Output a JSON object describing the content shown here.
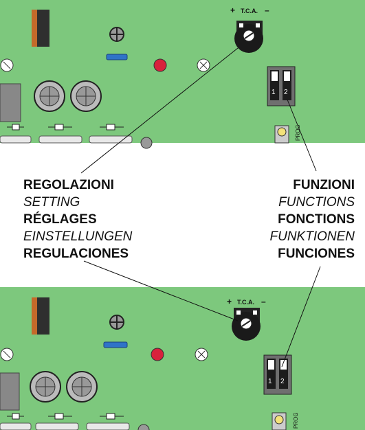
{
  "board_top": {
    "trimmer_label": "T.C.A.",
    "plus": "+",
    "minus": "–",
    "dip_1": "1",
    "dip_2": "2",
    "prog": "PROG"
  },
  "board_bottom": {
    "trimmer_label": "T.C.A.",
    "plus": "+",
    "minus": "–",
    "dip_1": "1",
    "dip_2": "2",
    "prog": "PROG"
  },
  "labels_left": [
    "REGOLAZIONI",
    "SETTING",
    "RÉGLAGES",
    "EINSTELLUNGEN",
    "REGULACIONES"
  ],
  "labels_right": [
    "FUNZIONI",
    "FUNCTIONS",
    "FONCTIONS",
    "FUNKTIONEN",
    "FUNCIONES"
  ],
  "colors": {
    "pcb": "#7dc87d",
    "relay": "#333333",
    "fuse": "#2f73c8",
    "led": "#d8213c",
    "button": "#f3e27a"
  }
}
